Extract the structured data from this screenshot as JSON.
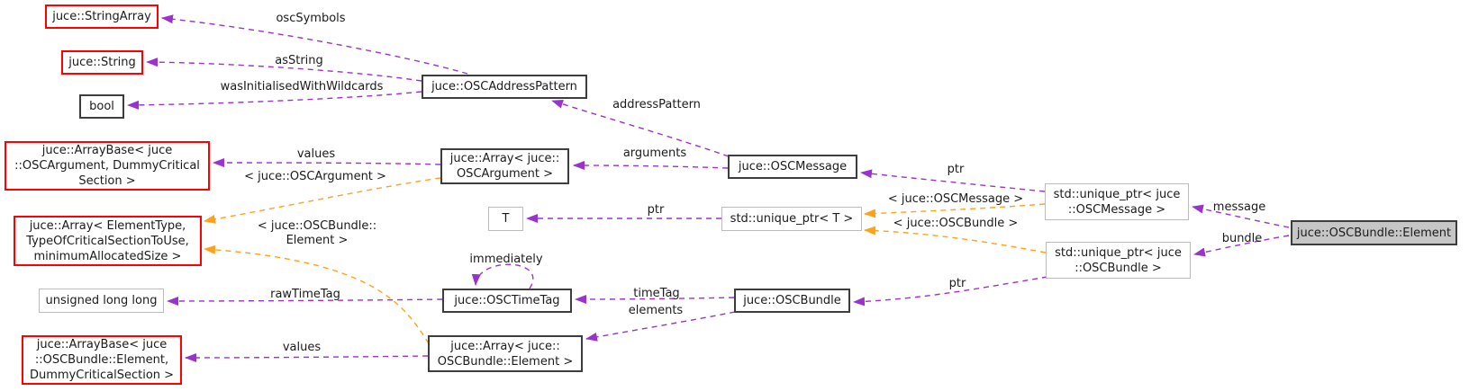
{
  "colors": {
    "usageEdge": "#9a32cd",
    "templateEdge": "#ffa216",
    "redBorder": "#ff0000",
    "darkBorder": "#3d3d3d",
    "grayBorder": "#bcbcbc",
    "targetFill": "#c6c6c6",
    "text": "#1b1b1b",
    "background": "#ffffff"
  },
  "nodes": {
    "stringArray": {
      "label": "juce::StringArray"
    },
    "string": {
      "label": "juce::String"
    },
    "bool": {
      "label": "bool"
    },
    "oscAddressPattern": {
      "label": "juce::OSCAddressPattern"
    },
    "arrayBaseOscArgument": {
      "label": "juce::ArrayBase< juce\n::OSCArgument, DummyCritical\nSection >"
    },
    "arrayElementType": {
      "label": "juce::Array< ElementType,\nTypeOfCriticalSectionToUse,\nminimumAllocatedSize >"
    },
    "arrayOscArgument": {
      "label": "juce::Array< juce::\nOSCArgument >"
    },
    "t": {
      "label": "T"
    },
    "uniquePtrT": {
      "label": "std::unique_ptr< T >"
    },
    "oscMessage": {
      "label": "juce::OSCMessage"
    },
    "uniquePtrOscMessage": {
      "label": "std::unique_ptr< juce\n::OSCMessage >"
    },
    "uniquePtrOscBundle": {
      "label": "std::unique_ptr< juce\n::OSCBundle >"
    },
    "oscBundleElement": {
      "label": "juce::OSCBundle::Element"
    },
    "oscTimeTag": {
      "label": "juce::OSCTimeTag"
    },
    "oscBundle": {
      "label": "juce::OSCBundle"
    },
    "unsignedLongLong": {
      "label": "unsigned long long"
    },
    "arrayOscBundleElement": {
      "label": "juce::Array< juce::\nOSCBundle::Element >"
    },
    "arrayBaseOscBundleElement": {
      "label": "juce::ArrayBase< juce\n::OSCBundle::Element,\nDummyCriticalSection >"
    }
  },
  "edgeLabels": {
    "oscSymbols": "oscSymbols",
    "asString": "asString",
    "wasInitialisedWithWildcards": "wasInitialisedWithWildcards",
    "addressPattern": "addressPattern",
    "valuesTop": "values",
    "tplOscArgument": "< juce::OSCArgument >",
    "tplOscBundleElement": "< juce::OSCBundle::\nElement >",
    "arguments": "arguments",
    "ptrMid": "ptr",
    "ptrTop": "ptr",
    "tplOscMessage": "< juce::OSCMessage >",
    "tplOscBundle": "< juce::OSCBundle >",
    "message": "message",
    "bundle": "bundle",
    "immediately": "immediately",
    "timeTag": "timeTag",
    "elements": "elements",
    "rawTimeTag": "rawTimeTag",
    "valuesBottom": "values",
    "ptrBottom": "ptr"
  }
}
